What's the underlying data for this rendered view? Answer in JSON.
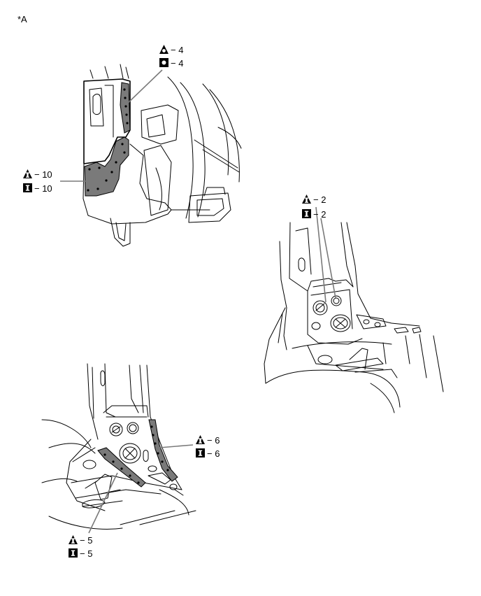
{
  "corner_label": "*A",
  "callouts": [
    {
      "id": "top-4a",
      "symbol": "triangle-circle",
      "text": "− 4"
    },
    {
      "id": "top-4b",
      "symbol": "square-circle",
      "text": "− 4"
    },
    {
      "id": "top-10a",
      "symbol": "triangle-i",
      "text": "− 10"
    },
    {
      "id": "top-10b",
      "symbol": "square-i",
      "text": "− 10"
    },
    {
      "id": "mid-2a",
      "symbol": "triangle-i",
      "text": "− 2"
    },
    {
      "id": "mid-2b",
      "symbol": "square-i",
      "text": "− 2"
    },
    {
      "id": "bot-6a",
      "symbol": "triangle-i",
      "text": "− 6"
    },
    {
      "id": "bot-6b",
      "symbol": "square-i",
      "text": "− 6"
    },
    {
      "id": "bot-5a",
      "symbol": "triangle-i",
      "text": "− 5"
    },
    {
      "id": "bot-5b",
      "symbol": "square-i",
      "text": "− 5"
    }
  ]
}
